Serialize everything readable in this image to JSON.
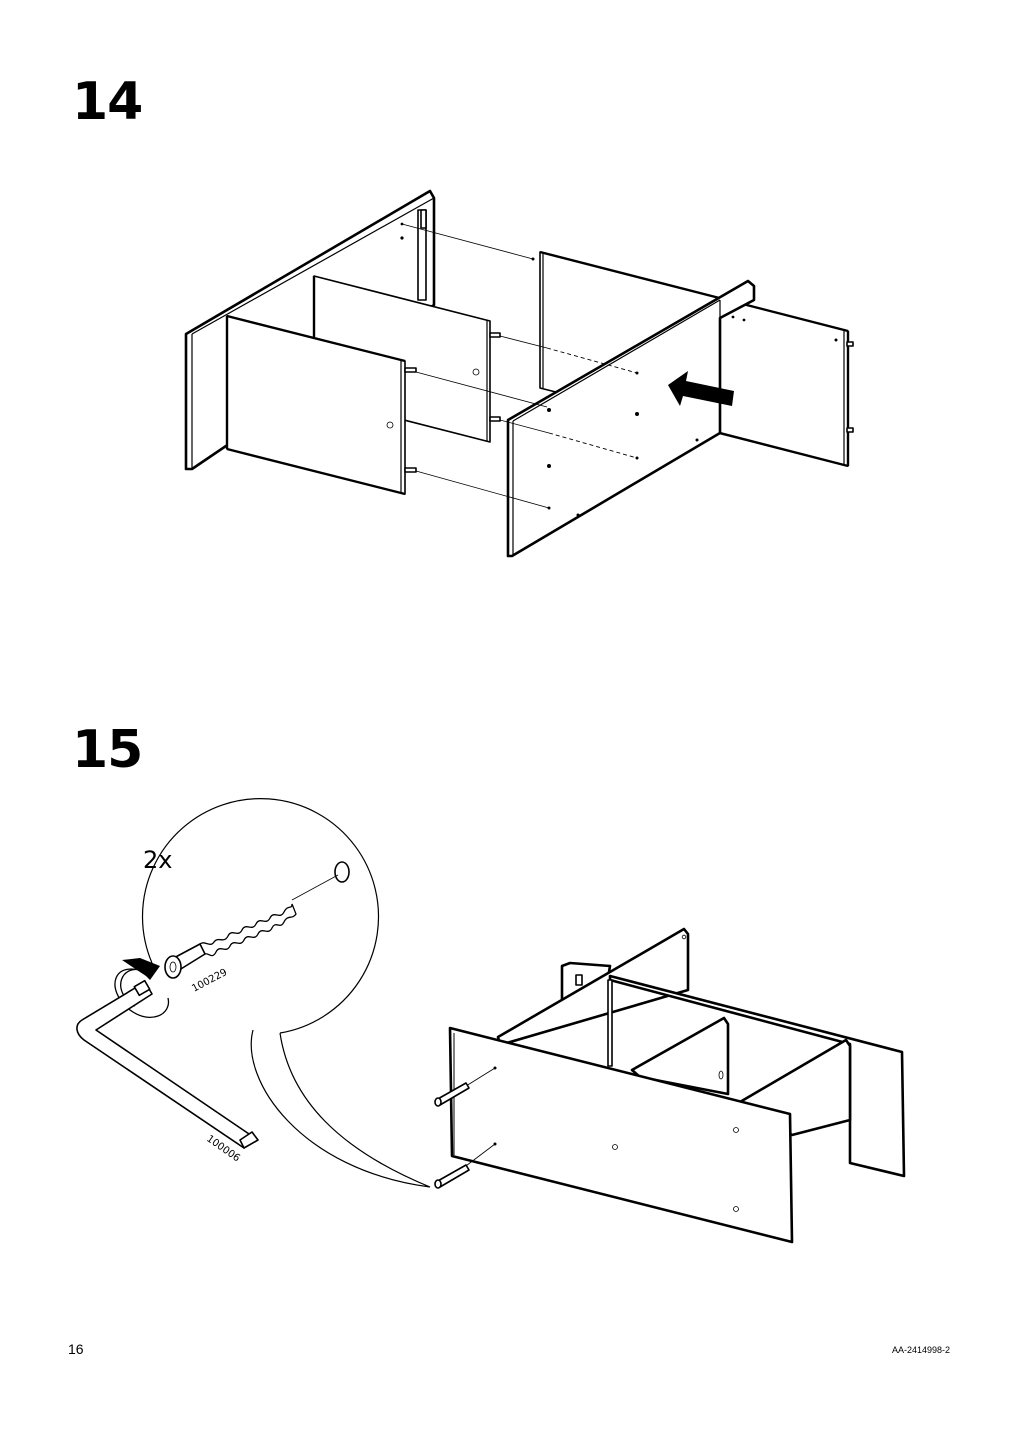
{
  "steps": [
    {
      "number": "14"
    },
    {
      "number": "15",
      "quantity": "2x",
      "screw_part": "100229",
      "key_part": "100006"
    }
  ],
  "footer": {
    "page_number": "16",
    "document_code": "AA-2414998-2"
  }
}
